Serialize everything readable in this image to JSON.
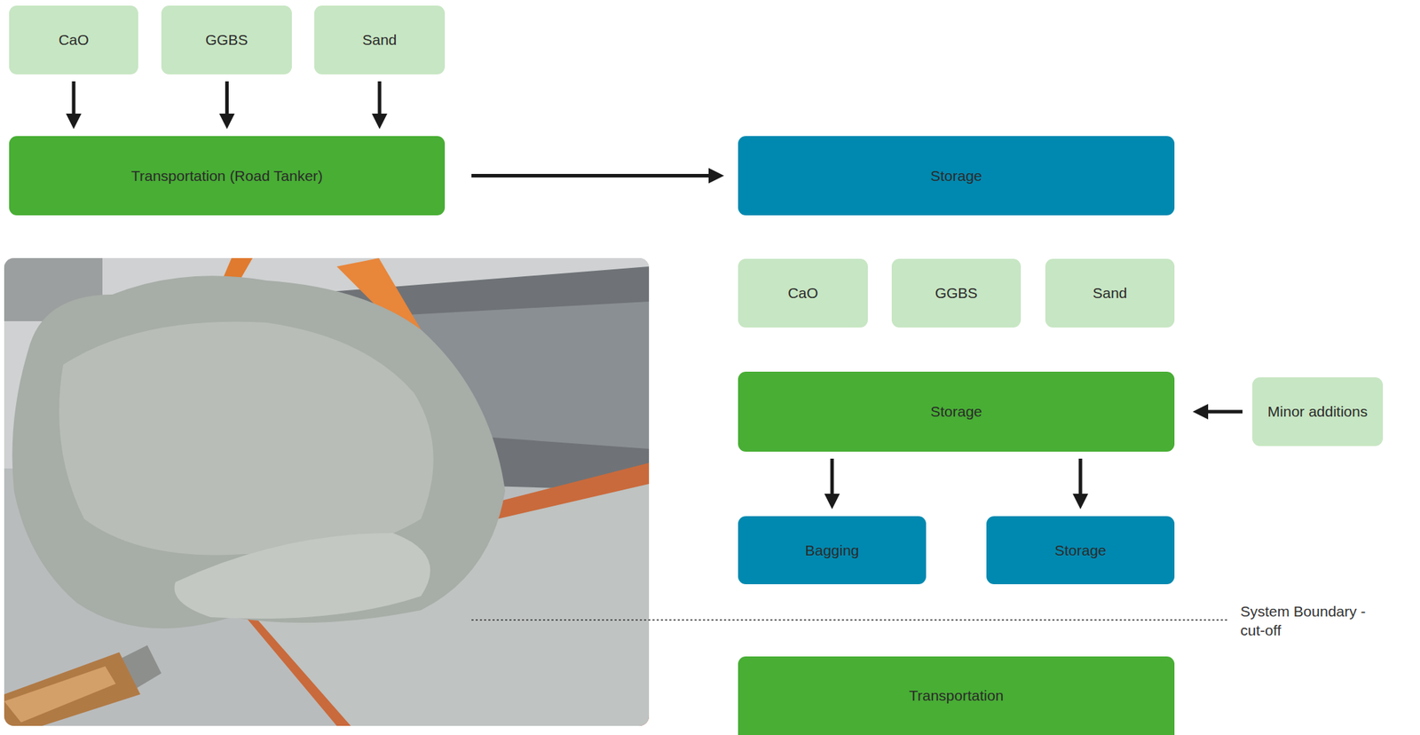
{
  "diagram": {
    "nodes": [
      {
        "text": [
          "CaO"
        ]
      },
      {
        "text": [
          "GGBS"
        ]
      },
      {
        "text": [
          "Sand"
        ]
      },
      {
        "text": [
          "Transportation (Road Tanker)"
        ]
      },
      {
        "text": [
          "Storage"
        ]
      },
      {
        "text": [
          "CaO"
        ]
      },
      {
        "text": [
          "GGBS"
        ]
      },
      {
        "text": [
          "Sand"
        ]
      },
      {
        "text": [
          "Storage"
        ]
      },
      {
        "text": [
          "Minor additions"
        ]
      },
      {
        "text": [
          "Bagging"
        ]
      },
      {
        "text": [
          "Storage"
        ]
      },
      {
        "text": [
          "Transportation"
        ]
      }
    ],
    "edges": [
      {
        "from": 0,
        "to": 3,
        "arrow": "to"
      },
      {
        "from": 1,
        "to": 3,
        "arrow": "to"
      },
      {
        "from": 2,
        "to": 3,
        "arrow": "to"
      },
      {
        "from": 3,
        "to": 4,
        "arrow": "to"
      },
      {
        "from": 9,
        "to": 8,
        "arrow": "to"
      },
      {
        "from": 8,
        "to": 10,
        "arrow": "to"
      },
      {
        "from": 8,
        "to": 11,
        "arrow": "to"
      }
    ],
    "labels": [
      "System Boundary - cut-off"
    ]
  }
}
